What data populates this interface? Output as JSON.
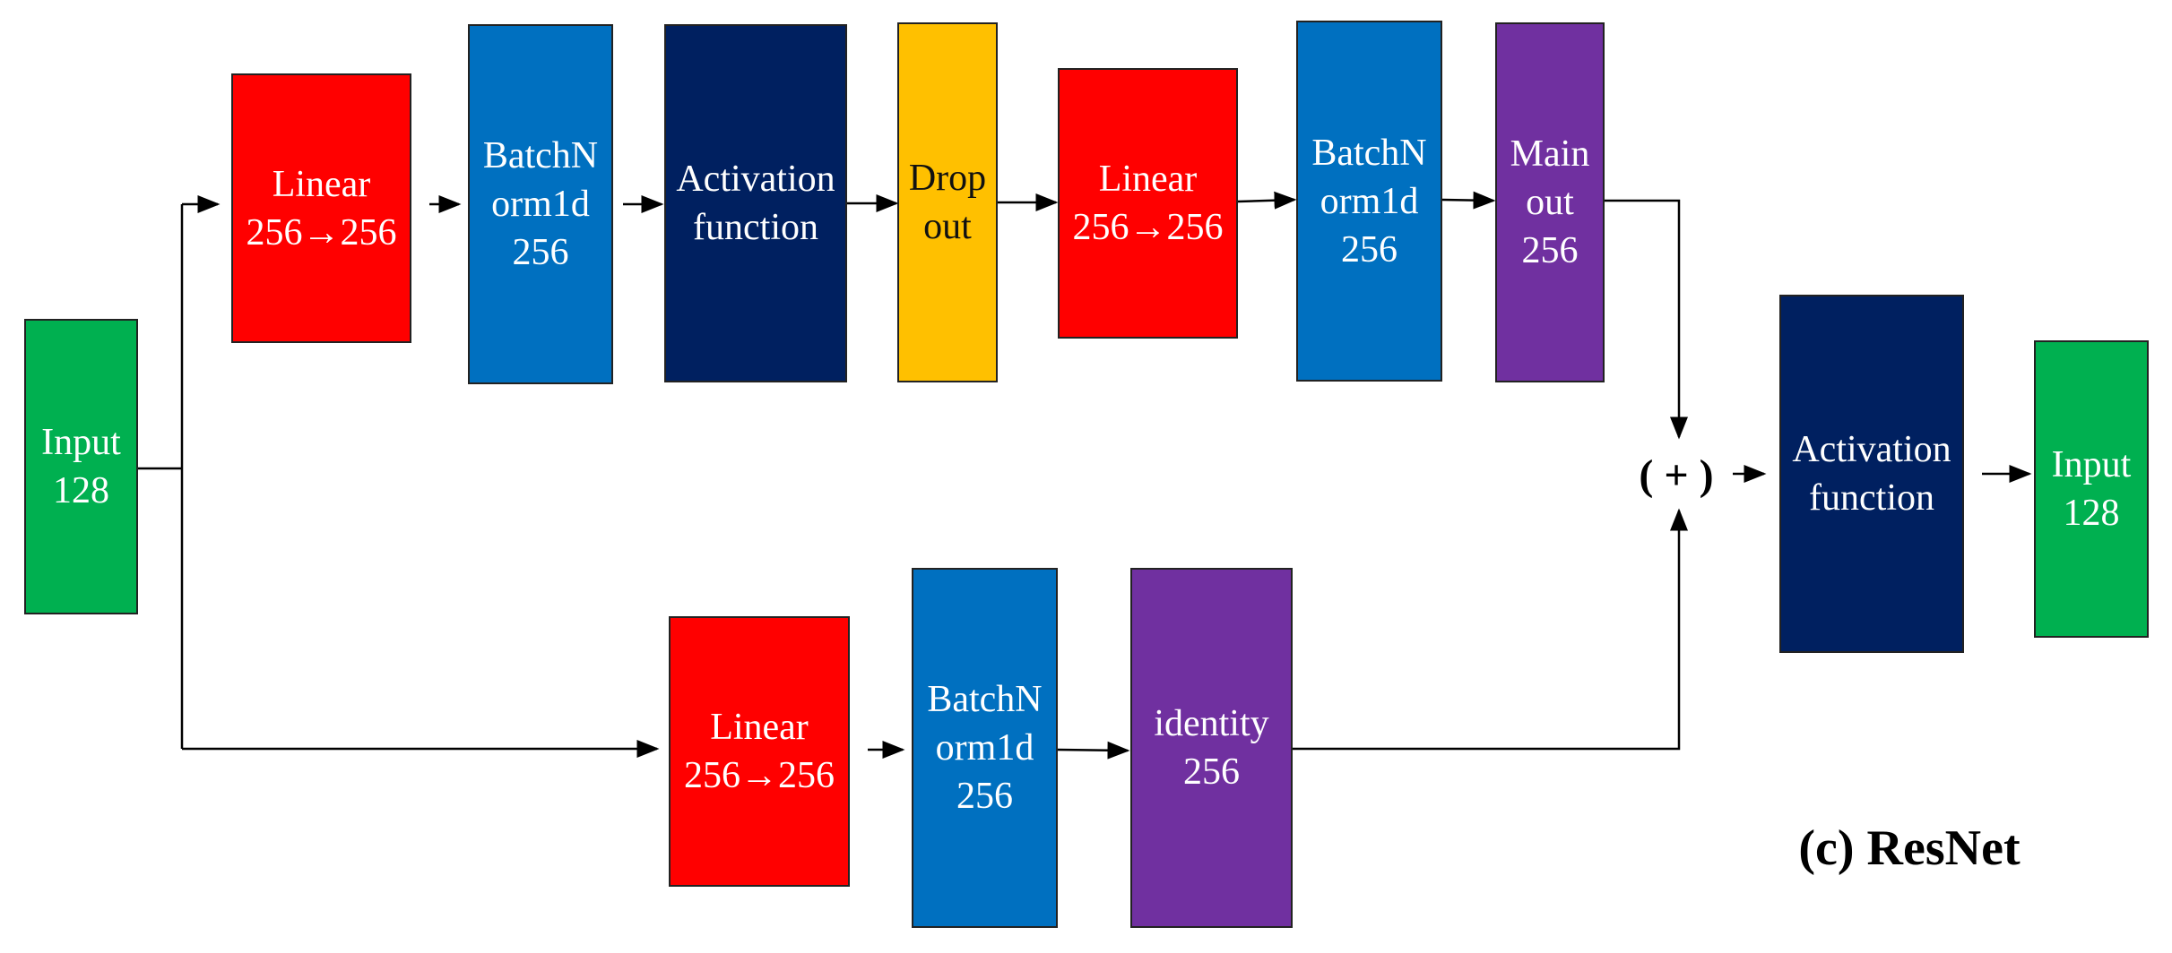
{
  "colors": {
    "input": "#00b050",
    "linear": "#ff0000",
    "batchnorm": "#0070c0",
    "activation": "#002060",
    "dropout": "#ffc000",
    "output": "#7030a0"
  },
  "main_path": {
    "linear1": {
      "line1": "Linear",
      "line2": "256→256"
    },
    "batchnorm1": {
      "line1": "BatchN",
      "line2": "orm1d",
      "line3": "256"
    },
    "activation": {
      "line1": "Activation",
      "line2": "function"
    },
    "dropout": {
      "line1": "Drop",
      "line2": "out"
    },
    "linear2": {
      "line1": "Linear",
      "line2": "256→256"
    },
    "batchnorm2": {
      "line1": "BatchN",
      "line2": "orm1d",
      "line3": "256"
    },
    "main_out": {
      "line1": "Main",
      "line2": "out",
      "line3": "256"
    }
  },
  "shortcut_path": {
    "linear": {
      "line1": "Linear",
      "line2": "256→256"
    },
    "batchnorm": {
      "line1": "BatchN",
      "line2": "orm1d",
      "line3": "256"
    },
    "identity": {
      "line1": "identity",
      "line2": "256"
    }
  },
  "input_block": {
    "line1": "Input",
    "line2": "128"
  },
  "sum_node": "( + )",
  "final_activation": {
    "line1": "Activation",
    "line2": "function"
  },
  "output_block": {
    "line1": "Input",
    "line2": "128"
  },
  "caption": "(c) ResNet"
}
